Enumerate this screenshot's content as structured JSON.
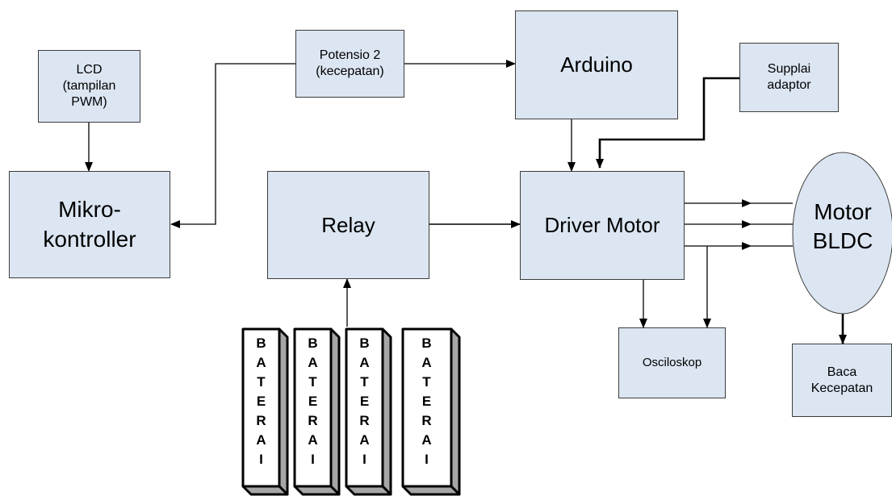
{
  "blocks": {
    "lcd": "LCD\n(tampilan\nPWM)",
    "mikrokontroller": "Mikro-\nkontroller",
    "potensio": "Potensio 2\n(kecepatan)",
    "arduino": "Arduino",
    "supplai": "Supplai\nadaptor",
    "relay": "Relay",
    "driver_motor": "Driver Motor",
    "motor_bldc": "Motor\nBLDC",
    "osciloskop": "Osciloskop",
    "baca_kecepatan": "Baca\nKecepatan"
  },
  "battery": {
    "count": 4,
    "letters": [
      "B",
      "A",
      "T",
      "E",
      "R",
      "A",
      "I"
    ]
  },
  "colors": {
    "block_fill": "#dce6f2",
    "block_border": "#3c3c3c",
    "wire": "#000000",
    "battery_fill": "#ffffff",
    "battery_shadow": "#a6a6a6"
  }
}
